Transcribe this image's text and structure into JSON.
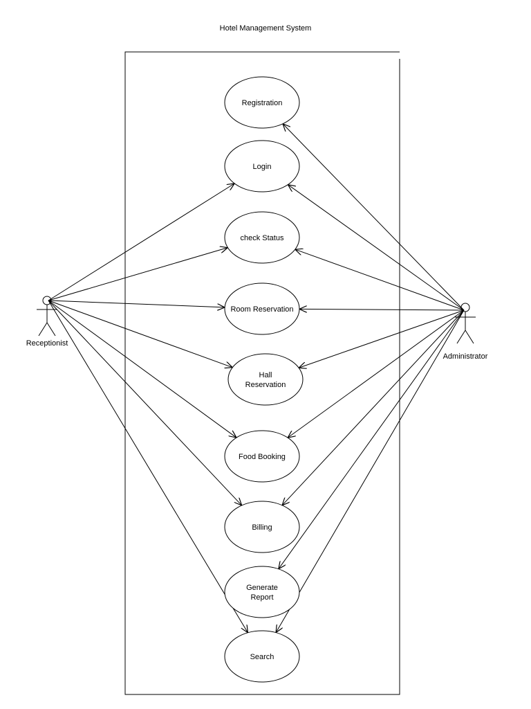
{
  "title": "Hotel Management System",
  "actors": {
    "receptionist": {
      "label": "Receptionist"
    },
    "administrator": {
      "label": "Administrator"
    }
  },
  "use_cases": [
    {
      "id": "registration",
      "lines": [
        "Registration"
      ]
    },
    {
      "id": "login",
      "lines": [
        "Login"
      ]
    },
    {
      "id": "check-status",
      "lines": [
        "check Status"
      ]
    },
    {
      "id": "room-reservation",
      "lines": [
        "Room Reservation"
      ]
    },
    {
      "id": "hall-reservation",
      "lines": [
        "Hall",
        "Reservation"
      ]
    },
    {
      "id": "food-booking",
      "lines": [
        "Food Booking"
      ]
    },
    {
      "id": "billing",
      "lines": [
        "Billing"
      ]
    },
    {
      "id": "generate-report",
      "lines": [
        "Generate",
        "Report"
      ]
    },
    {
      "id": "search",
      "lines": [
        "Search"
      ]
    }
  ],
  "associations": [
    {
      "actor": "receptionist",
      "use_case": "login"
    },
    {
      "actor": "receptionist",
      "use_case": "check-status"
    },
    {
      "actor": "receptionist",
      "use_case": "room-reservation"
    },
    {
      "actor": "receptionist",
      "use_case": "hall-reservation"
    },
    {
      "actor": "receptionist",
      "use_case": "food-booking"
    },
    {
      "actor": "receptionist",
      "use_case": "billing"
    },
    {
      "actor": "receptionist",
      "use_case": "search"
    },
    {
      "actor": "administrator",
      "use_case": "registration"
    },
    {
      "actor": "administrator",
      "use_case": "login"
    },
    {
      "actor": "administrator",
      "use_case": "check-status"
    },
    {
      "actor": "administrator",
      "use_case": "room-reservation"
    },
    {
      "actor": "administrator",
      "use_case": "hall-reservation"
    },
    {
      "actor": "administrator",
      "use_case": "food-booking"
    },
    {
      "actor": "administrator",
      "use_case": "billing"
    },
    {
      "actor": "administrator",
      "use_case": "generate-report"
    },
    {
      "actor": "administrator",
      "use_case": "search"
    }
  ],
  "colors": {
    "stroke": "#000000",
    "background": "#ffffff"
  }
}
